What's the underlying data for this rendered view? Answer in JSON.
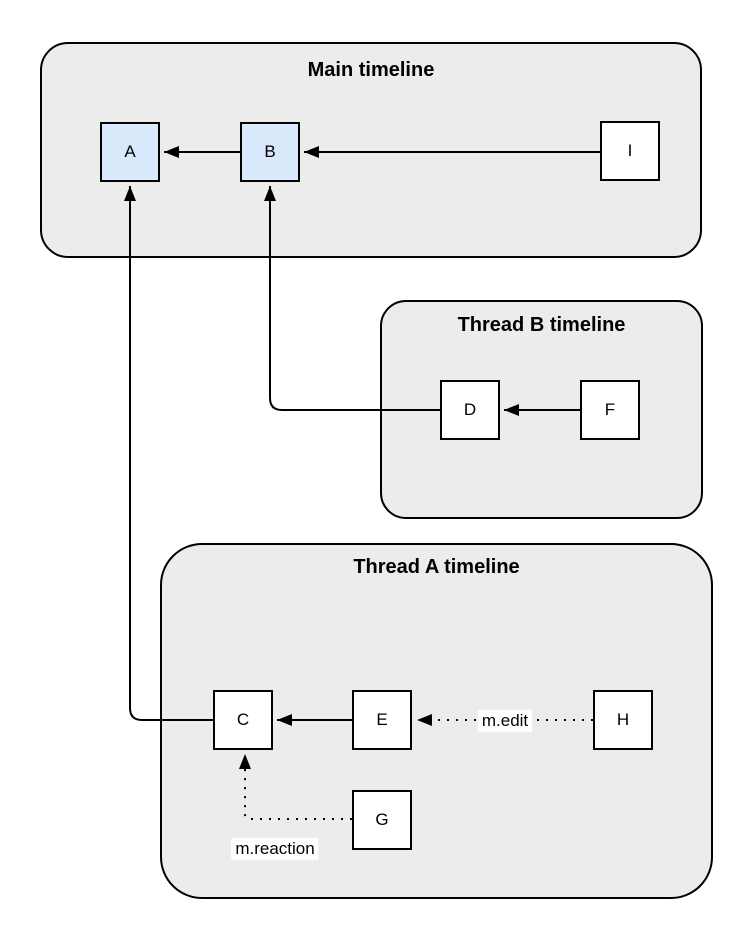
{
  "diagram": {
    "groups": {
      "main": {
        "title": "Main timeline"
      },
      "thread_b": {
        "title": "Thread B timeline"
      },
      "thread_a": {
        "title": "Thread A timeline"
      }
    },
    "nodes": {
      "A": {
        "label": "A",
        "highlighted": true
      },
      "B": {
        "label": "B",
        "highlighted": true
      },
      "I": {
        "label": "I",
        "highlighted": false
      },
      "D": {
        "label": "D",
        "highlighted": false
      },
      "F": {
        "label": "F",
        "highlighted": false
      },
      "C": {
        "label": "C",
        "highlighted": false
      },
      "E": {
        "label": "E",
        "highlighted": false
      },
      "H": {
        "label": "H",
        "highlighted": false
      },
      "G": {
        "label": "G",
        "highlighted": false
      }
    },
    "edges": [
      {
        "from": "B",
        "to": "A",
        "style": "solid",
        "label": ""
      },
      {
        "from": "I",
        "to": "B",
        "style": "solid",
        "label": ""
      },
      {
        "from": "F",
        "to": "D",
        "style": "solid",
        "label": ""
      },
      {
        "from": "D",
        "to": "B",
        "style": "solid",
        "label": ""
      },
      {
        "from": "E",
        "to": "C",
        "style": "solid",
        "label": ""
      },
      {
        "from": "C",
        "to": "A",
        "style": "solid",
        "label": ""
      },
      {
        "from": "H",
        "to": "E",
        "style": "dotted",
        "label": "m.edit"
      },
      {
        "from": "G",
        "to": "C",
        "style": "dotted",
        "label": "m.reaction"
      }
    ],
    "edge_labels": {
      "edit": "m.edit",
      "reaction": "m.reaction"
    },
    "colors": {
      "group_fill": "#ececec",
      "node_fill": "#ffffff",
      "node_highlight_fill": "#dae8fc",
      "stroke": "#000000",
      "background": "#ffffff"
    }
  }
}
